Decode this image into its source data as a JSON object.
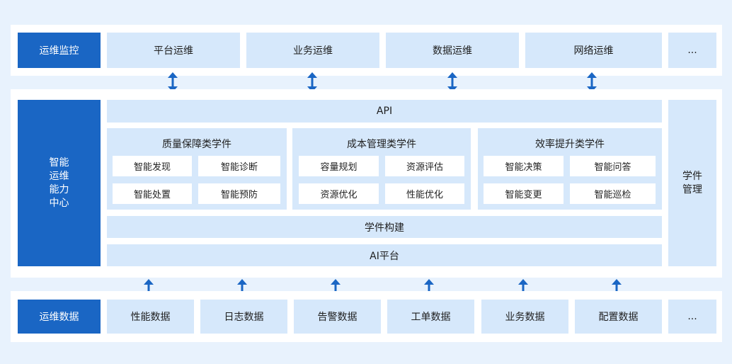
{
  "top": {
    "label": "运维监控",
    "items": [
      "平台运维",
      "业务运维",
      "数据运维",
      "网络运维",
      "..."
    ]
  },
  "middle": {
    "left_lines": [
      "智能",
      "运维",
      "能力",
      "中心"
    ],
    "api": "API",
    "groups": [
      {
        "title": "质量保障类学件",
        "items": [
          "智能发现",
          "智能诊断",
          "智能处置",
          "智能预防"
        ]
      },
      {
        "title": "成本管理类学件",
        "items": [
          "容量规划",
          "资源评估",
          "资源优化",
          "性能优化"
        ]
      },
      {
        "title": "效率提升类学件",
        "items": [
          "智能决策",
          "智能问答",
          "智能变更",
          "智能巡检"
        ]
      }
    ],
    "build": "学件构建",
    "ai": "AI平台",
    "right_lines": [
      "学件",
      "管理"
    ]
  },
  "bottom": {
    "label": "运维数据",
    "items": [
      "性能数据",
      "日志数据",
      "告警数据",
      "工单数据",
      "业务数据",
      "配置数据",
      "..."
    ]
  },
  "colors": {
    "accent": "#1a66c4",
    "light": "#d6e8fb",
    "background": "#e8f2fd"
  },
  "icons": {
    "double_arrow": "double-arrow-icon",
    "up_arrow": "up-arrow-icon"
  }
}
